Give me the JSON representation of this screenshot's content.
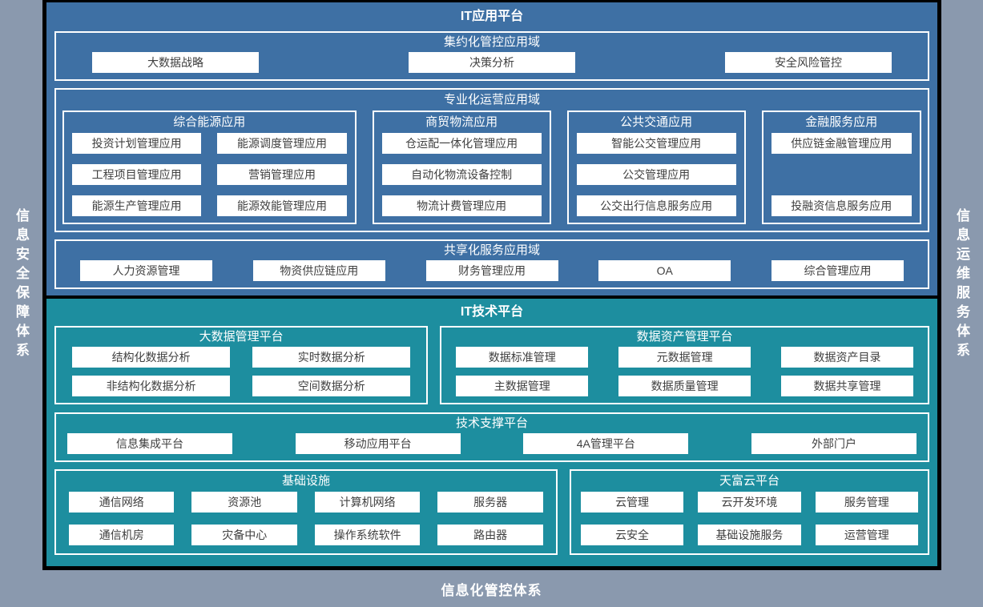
{
  "side_labels": {
    "left": "信息安全保障体系",
    "right": "信息运维服务体系",
    "bottom": "信息化管控体系"
  },
  "colors": {
    "app_section_blue": "#3e70a4",
    "tech_section_teal": "#1d8e9f",
    "frame_gray": "#8a99ae",
    "divider_black": "#000000",
    "item_bg": "#ffffff",
    "item_text": "#3f3f3f"
  },
  "it_app": {
    "title": "IT应用平台",
    "centralized": {
      "title": "集约化管控应用域",
      "items": [
        "大数据战略",
        "决策分析",
        "安全风险管控"
      ]
    },
    "professional": {
      "title": "专业化运营应用域",
      "groups": [
        {
          "title": "综合能源应用",
          "items": [
            "投资计划管理应用",
            "能源调度管理应用",
            "工程项目管理应用",
            "营销管理应用",
            "能源生产管理应用",
            "能源效能管理应用"
          ]
        },
        {
          "title": "商贸物流应用",
          "items": [
            "仓运配一体化管理应用",
            "自动化物流设备控制",
            "物流计费管理应用"
          ]
        },
        {
          "title": "公共交通应用",
          "items": [
            "智能公交管理应用",
            "公交管理应用",
            "公交出行信息服务应用"
          ]
        },
        {
          "title": "金融服务应用",
          "items": [
            "供应链金融管理应用",
            "投融资信息服务应用"
          ]
        }
      ]
    },
    "shared": {
      "title": "共享化服务应用域",
      "items": [
        "人力资源管理",
        "物资供应链应用",
        "财务管理应用",
        "OA",
        "综合管理应用"
      ]
    }
  },
  "it_tech": {
    "title": "IT技术平台",
    "bigdata": {
      "title": "大数据管理平台",
      "items": [
        "结构化数据分析",
        "实时数据分析",
        "非结构化数据分析",
        "空间数据分析"
      ]
    },
    "data_asset": {
      "title": "数据资产管理平台",
      "items": [
        "数据标准管理",
        "元数据管理",
        "数据资产目录",
        "主数据管理",
        "数据质量管理",
        "数据共享管理"
      ]
    },
    "tech_support": {
      "title": "技术支撑平台",
      "items": [
        "信息集成平台",
        "移动应用平台",
        "4A管理平台",
        "外部门户"
      ]
    },
    "infrastructure": {
      "title": "基础设施",
      "items": [
        "通信网络",
        "资源池",
        "计算机网络",
        "服务器",
        "通信机房",
        "灾备中心",
        "操作系统软件",
        "路由器"
      ]
    },
    "cloud": {
      "title": "天富云平台",
      "items": [
        "云管理",
        "云开发环境",
        "服务管理",
        "云安全",
        "基础设施服务",
        "运营管理"
      ]
    }
  }
}
